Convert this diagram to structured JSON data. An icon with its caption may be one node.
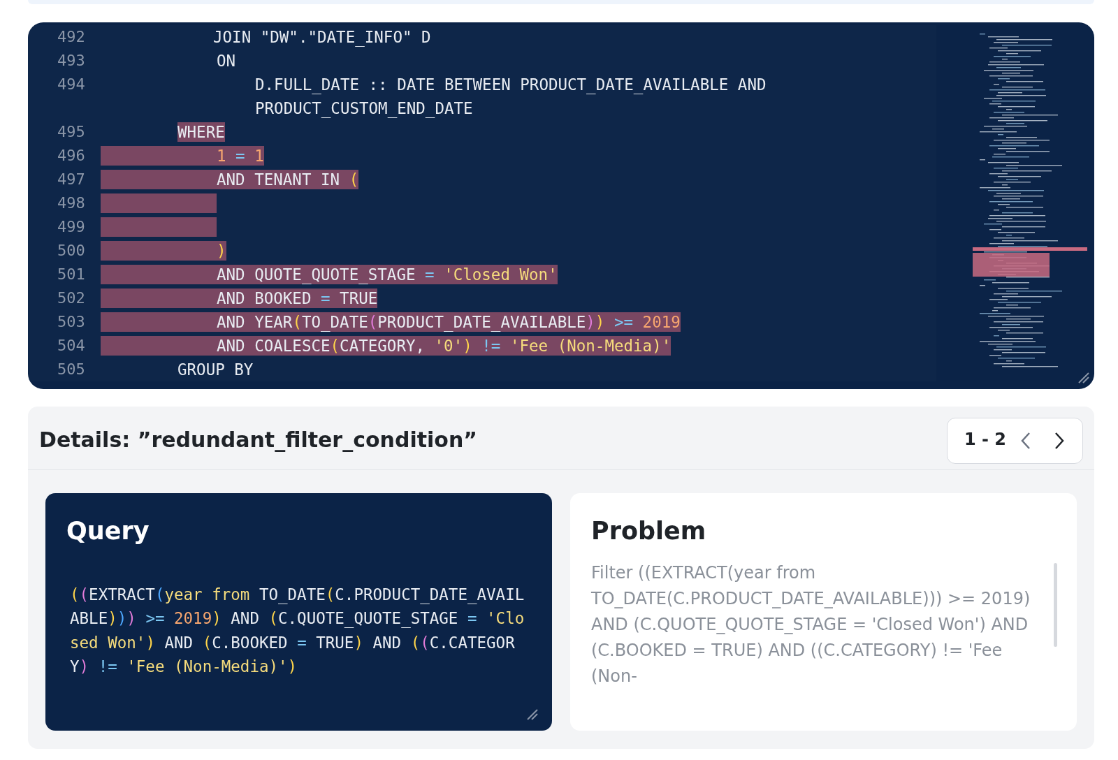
{
  "diagram": {
    "nodes": [
      {
        "text": [],
        "shape": "box"
      },
      {
        "text": [
          "492",
          "JOIN \"DW\".\"DATE_INFO\" D"
        ],
        "in": 0
      },
      {
        "text": [
          "493",
          "ON"
        ],
        "in": 0
      },
      {
        "text": [
          "494",
          "D.FULL_DATE :: DATE BETWEEN PRODUCT_DATE_AVAILABLE AND PRODUCT_CUSTOM_END_DATE"
        ],
        "in": 0
      },
      {
        "text": [
          "495",
          "WHERE"
        ],
        "in": 0
      },
      {
        "text": [
          "496",
          "1 = 1"
        ],
        "in": 0
      },
      {
        "text": [
          "497",
          "AND TENANT IN ("
        ],
        "in": 0
      },
      {
        "text": [
          "498"
        ],
        "in": 0
      },
      {
        "text": [
          "499"
        ],
        "in": 0
      },
      {
        "text": [
          "500",
          ")"
        ],
        "in": 0
      },
      {
        "text": [
          "501",
          "AND QUOTE_QUOTE_STAGE = 'Closed Won'"
        ],
        "in": 0
      },
      {
        "text": [
          "502",
          "AND BOOKED = TRUE"
        ],
        "in": 0
      },
      {
        "text": [
          "503",
          "AND YEAR(TO_DATE(PRODUCT_DATE_AVAILABLE)) >= 2019"
        ],
        "in": 0
      },
      {
        "text": [
          "504",
          "AND COALESCE(CATEGORY, '0') != 'Fee (Non-Media)'"
        ],
        "in": 0
      },
      {
        "text": [
          "505",
          "GROUP BY"
        ],
        "in": 0
      },
      {
        "text": [
          "Details: ”redundant_filter_condition”"
        ]
      },
      {
        "text": [
          "1 - 2"
        ],
        "in": 15
      },
      {
        "text": [
          "Query",
          "((EXTRACT(year from TO_DATE(C.PRODUCT_DATE_AVAILABLE))) >= 2019) AND (C.QUOTE_QUOTE_STAGE = 'Closed Won') AND (C.BOOKED = TRUE) AND ((C.CATEGORY) != 'Fee (Non-Media)')"
        ],
        "in": 15
      },
      {
        "text": [
          "Problem",
          "Filter ((EXTRACT(year from TO_DATE(C.PRODUCT_DATE_AVAILABLE))) >= 2019) AND (C.QUOTE_QUOTE_STAGE = 'Closed Won') AND (C.BOOKED = TRUE) AND ((C.CATEGORY) != 'Fee (Non-"
        ],
        "in": 15
      }
    ]
  }
}
